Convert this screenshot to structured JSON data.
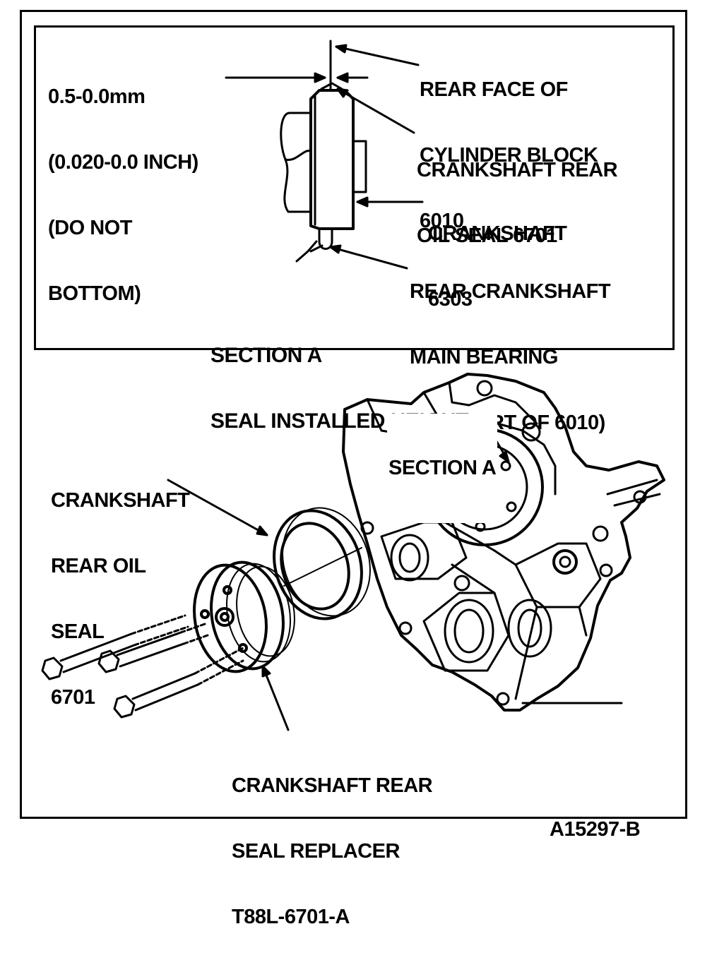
{
  "section_a": {
    "clearance": [
      "0.5-0.0mm",
      "(0.020-0.0 INCH)",
      "(DO NOT",
      "BOTTOM)"
    ],
    "rear_face": [
      "REAR FACE OF",
      "CYLINDER BLOCK",
      "6010"
    ],
    "rear_seal": [
      "CRANKSHAFT REAR",
      "OIL SEAL 6701"
    ],
    "crankshaft": [
      "CRANKSHAFT",
      "6303"
    ],
    "bearing_cap": [
      "REAR CRANKSHAFT",
      "MAIN BEARING",
      "CAP (PART OF 6010)"
    ],
    "title": [
      "SECTION A",
      "SEAL INSTALLED HEIGHT"
    ]
  },
  "main_view": {
    "section_callout": "SECTION A",
    "oil_seal": [
      "CRANKSHAFT",
      "REAR OIL",
      "SEAL",
      "6701"
    ],
    "replacer": [
      "CRANKSHAFT REAR",
      "SEAL REPLACER",
      "T88L-6701-A"
    ],
    "figure_id": "A15297-B"
  },
  "colors": {
    "ink": "#000000",
    "paper": "#ffffff"
  }
}
